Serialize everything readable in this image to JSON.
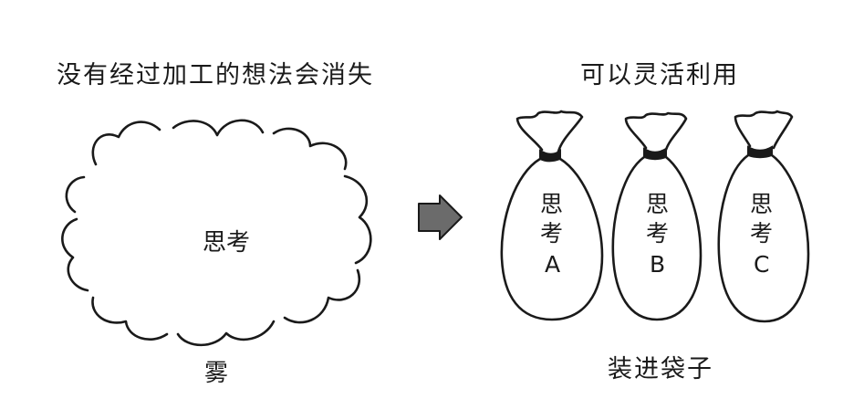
{
  "left": {
    "title": "没有经过加工的想法会消失",
    "cloud_label": "思考",
    "fog_label": "雾"
  },
  "right": {
    "title": "可以灵活利用",
    "bags": [
      {
        "line1": "思",
        "line2": "考",
        "letter": "A"
      },
      {
        "line1": "思",
        "line2": "考",
        "letter": "B"
      },
      {
        "line1": "思",
        "line2": "考",
        "letter": "C"
      }
    ],
    "caption": "装进袋子"
  },
  "arrow": {
    "icon": "right-arrow-icon",
    "fill_color": "#6b6b6b"
  }
}
